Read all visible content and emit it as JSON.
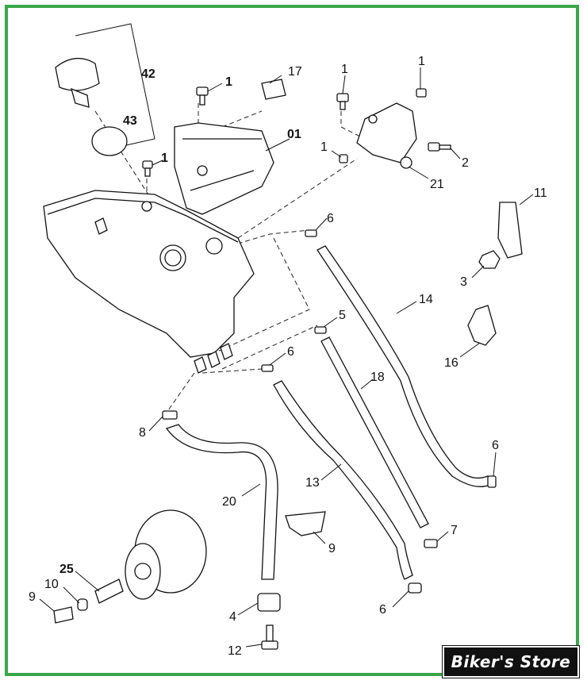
{
  "frame": {
    "border_color": "#3aa64a"
  },
  "watermark": {
    "text": "Biker's Store"
  },
  "callouts": {
    "n42": "42",
    "n43": "43",
    "n01": "01",
    "n17": "17",
    "n1a": "1",
    "n1b": "1",
    "n1c": "1",
    "n1d": "1",
    "n1e": "1",
    "n2": "2",
    "n21": "21",
    "n11": "11",
    "n3": "3",
    "n16": "16",
    "n14": "14",
    "n6a": "6",
    "n6b": "6",
    "n6c": "6",
    "n6d": "6",
    "n5": "5",
    "n18": "18",
    "n8": "8",
    "n20": "20",
    "n13": "13",
    "n9a": "9",
    "n9b": "9",
    "n7": "7",
    "n25": "25",
    "n10": "10",
    "n4": "4",
    "n12": "12"
  }
}
